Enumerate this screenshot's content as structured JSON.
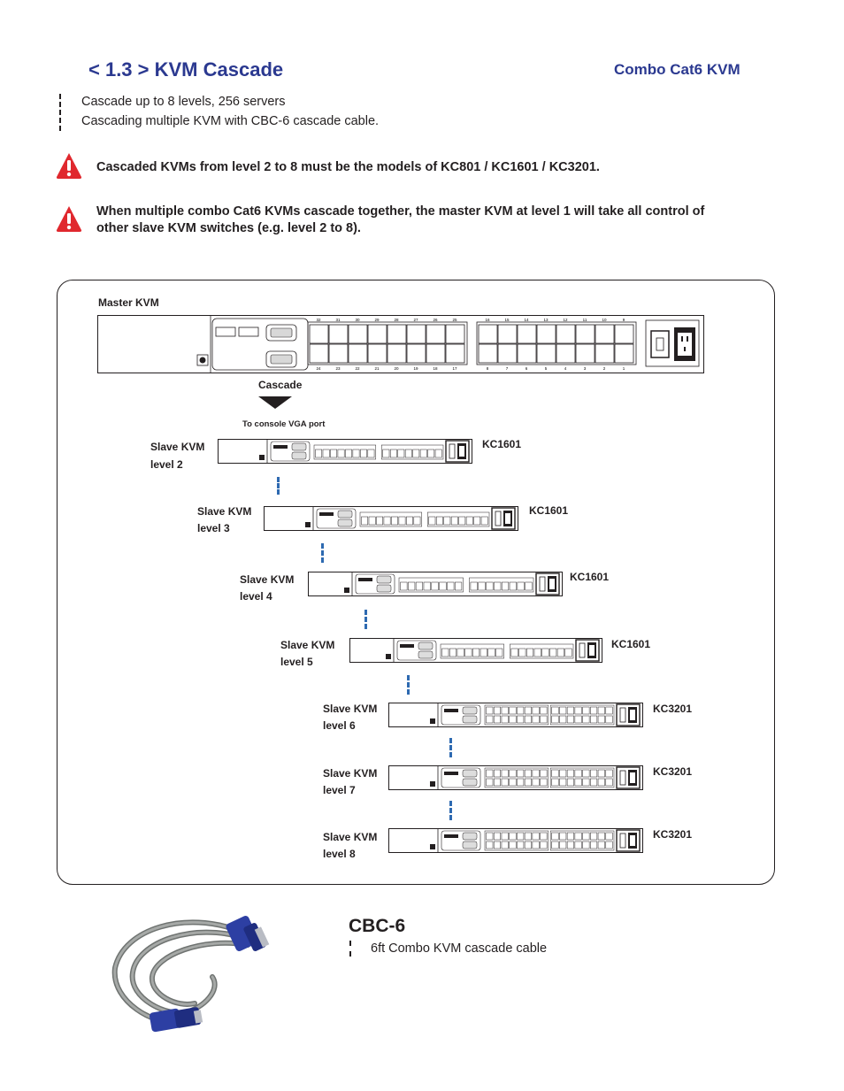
{
  "header": {
    "title": "< 1.3 > KVM Cascade",
    "product": "Combo Cat6 KVM"
  },
  "intro": [
    "Cascade up to 8 levels, 256 servers",
    "Cascading multiple KVM with CBC-6 cascade cable."
  ],
  "warnings": [
    {
      "icon": "warning-icon",
      "lines": [
        "Cascaded KVMs from level 2 to 8 must be the models of KC801 / KC1601 / KC3201."
      ]
    },
    {
      "icon": "warning-icon",
      "lines": [
        "When multiple combo Cat6 KVMs cascade together, the master KVM at level 1 will take all control of",
        "other slave KVM switches (e.g. level 2 to 8)."
      ]
    }
  ],
  "diagram": {
    "master_label": "Master KVM",
    "cascade_label": "Cascade",
    "console_note": "To console VGA port",
    "port_numbers_top": [
      "32",
      "31",
      "30",
      "29",
      "28",
      "27",
      "26",
      "25",
      "16",
      "15",
      "14",
      "13",
      "12",
      "11",
      "10",
      "9"
    ],
    "port_numbers_bottom": [
      "24",
      "23",
      "22",
      "21",
      "20",
      "19",
      "18",
      "17",
      "8",
      "7",
      "6",
      "5",
      "4",
      "3",
      "2",
      "1"
    ],
    "slaves": [
      {
        "name": "Slave KVM",
        "level": "level 2",
        "model": "KC1601"
      },
      {
        "name": "Slave KVM",
        "level": "level 3",
        "model": "KC1601"
      },
      {
        "name": "Slave KVM",
        "level": "level 4",
        "model": "KC1601"
      },
      {
        "name": "Slave KVM",
        "level": "level 5",
        "model": "KC1601"
      },
      {
        "name": "Slave KVM",
        "level": "level 6",
        "model": "KC3201"
      },
      {
        "name": "Slave KVM",
        "level": "level 7",
        "model": "KC3201"
      },
      {
        "name": "Slave KVM",
        "level": "level 8",
        "model": "KC3201"
      }
    ]
  },
  "cable": {
    "title": "CBC-6",
    "description": "6ft Combo KVM cascade cable",
    "image_icon": "vga-cable-photo",
    "colors": {
      "cable": "#8c8f8e",
      "connector": "#2d3fa3"
    }
  },
  "colors": {
    "heading": "#2b3990",
    "warning": "#e0282e",
    "dash": "#2e6ab1"
  }
}
